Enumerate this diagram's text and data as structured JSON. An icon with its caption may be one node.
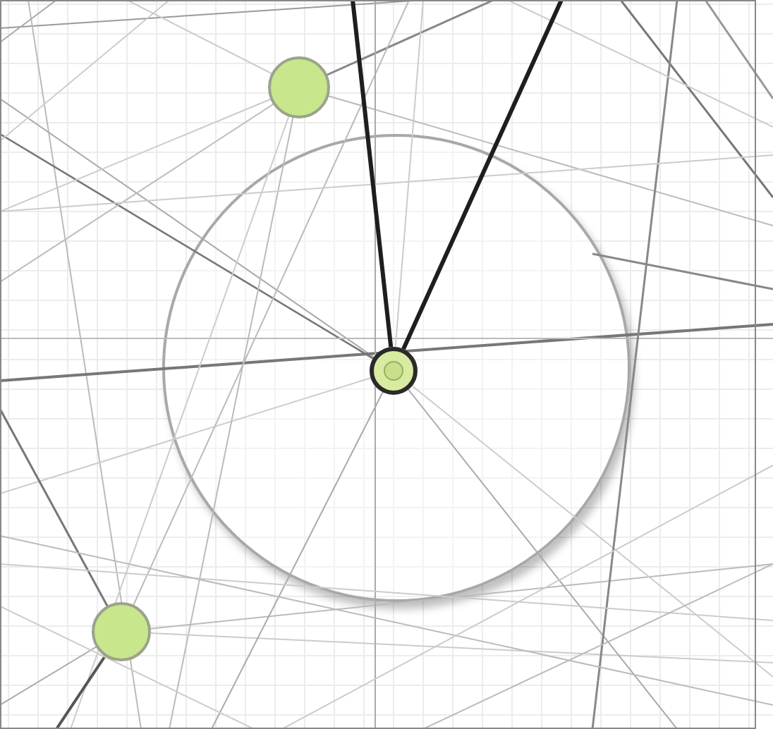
{
  "diagram": {
    "nodes": [
      {
        "text": [],
        "shape": "circle"
      },
      {
        "text": [],
        "shape": "circle"
      },
      {
        "text": [],
        "shape": "circle",
        "in": 1
      },
      {
        "text": [],
        "shape": "circle"
      }
    ],
    "edges": [
      {
        "from": 2,
        "to": null,
        "arrow": "none"
      },
      {
        "from": 2,
        "to": null,
        "arrow": "none"
      }
    ]
  }
}
